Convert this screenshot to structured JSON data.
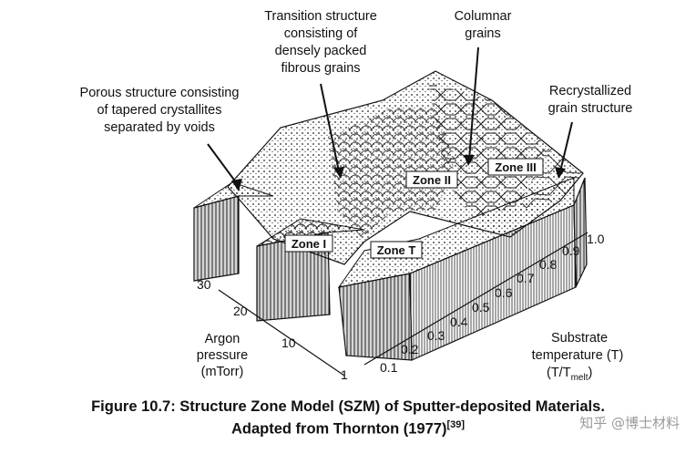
{
  "labels": {
    "porous": [
      "Porous structure consisting",
      "of tapered crystallites",
      "separated by voids"
    ],
    "transition": [
      "Transition structure",
      "consisting of",
      "densely packed",
      "fibrous grains"
    ],
    "columnar": [
      "Columnar",
      "grains"
    ],
    "recrystallized": [
      "Recrystallized",
      "grain structure"
    ]
  },
  "zones": {
    "zone1": "Zone I",
    "zoneT": "Zone T",
    "zone2": "Zone II",
    "zone3": "Zone III"
  },
  "axes": {
    "pressure": {
      "title": [
        "Argon",
        "pressure",
        "(mTorr)"
      ],
      "ticks": [
        "30",
        "20",
        "10",
        "1"
      ]
    },
    "temperature": {
      "title": [
        "Substrate",
        "temperature (T)",
        "(T/T",
        "melt",
        ")"
      ],
      "ticks": [
        "0.1",
        "0.2",
        "0.3",
        "0.4",
        "0.5",
        "0.6",
        "0.7",
        "0.8",
        "0.9",
        "1.0"
      ]
    }
  },
  "caption": {
    "line1": "Figure 10.7: Structure Zone Model (SZM) of Sputter-deposited Materials.",
    "line2": "Adapted from Thornton (1977)",
    "ref": "[39]"
  },
  "watermark": "知乎 @博士材料"
}
